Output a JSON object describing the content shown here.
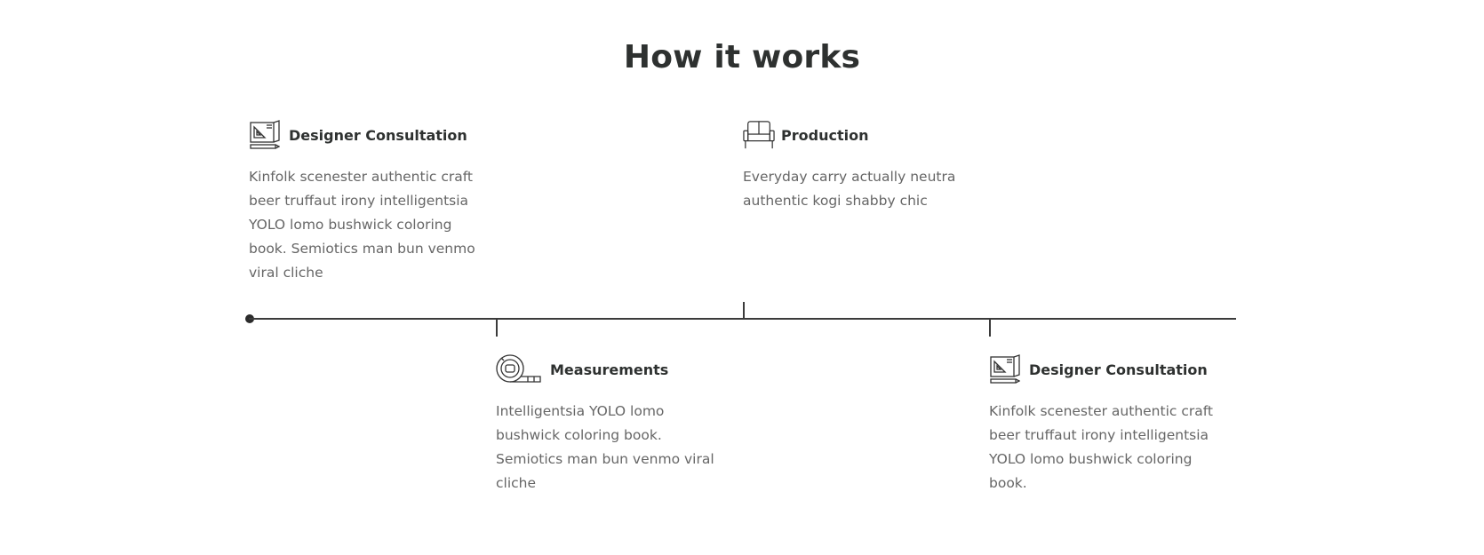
{
  "section": {
    "title": "How it works"
  },
  "steps": [
    {
      "icon": "blueprint-icon",
      "title": "Designer Consultation",
      "description": "Kinfolk scenester authentic craft beer truffaut irony intelligentsia YOLO lomo bushwick coloring book. Semiotics man bun venmo viral cliche"
    },
    {
      "icon": "tape-measure-icon",
      "title": "Measurements",
      "description": "Intelligentsia YOLO lomo bushwick coloring book. Semiotics man bun venmo viral cliche"
    },
    {
      "icon": "sofa-icon",
      "title": "Production",
      "description": "Everyday carry actually neutra authentic kogi shabby chic"
    },
    {
      "icon": "blueprint-icon",
      "title": "Designer Consultation",
      "description": "Kinfolk scenester authentic craft beer truffaut irony intelligentsia YOLO lomo bushwick coloring book."
    }
  ],
  "colors": {
    "heading": "#2e3130",
    "body_text": "#666666",
    "line": "#3b3b3b"
  }
}
